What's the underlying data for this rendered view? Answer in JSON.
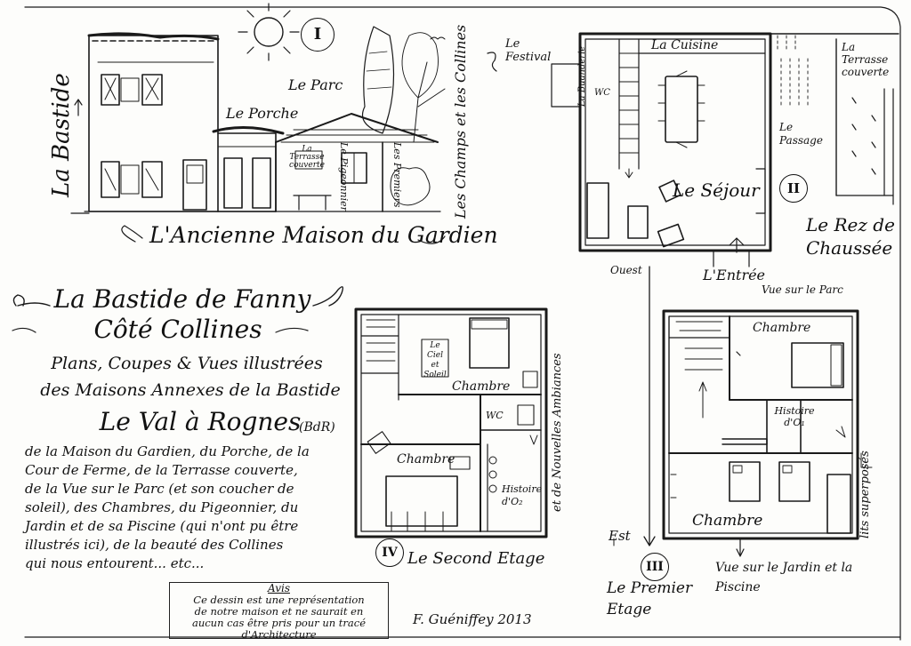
{
  "drawing": {
    "house_elevation": {
      "caption": "L'Ancienne Maison du Gardien",
      "label_bastide": "La Bastide",
      "label_porche": "Le Porche",
      "label_parc": "Le Parc",
      "label_terrasse": "La Terrasse couverte",
      "label_pigeonnier": "Le Pigeonnier",
      "label_premiers": "Les Premiers",
      "label_champs": "Les Champs et les Collines",
      "roman": "I"
    },
    "ground_floor": {
      "roman": "II",
      "title": "Le Rez de Chaussée",
      "kitchen": "La Cuisine",
      "living": "Le Séjour",
      "terrace": "La Terrasse couverte",
      "passage": "Le Passage",
      "entrance": "L'Entrée",
      "laundry": "La Buanderie",
      "wc": "WC",
      "festival": "Le Festival",
      "view_parc": "Vue sur le Parc",
      "west": "Ouest"
    },
    "first_floor": {
      "roman": "III",
      "title": "Le Premier Etage",
      "bedroom_top": "Chambre",
      "bedroom_bottom": "Chambre",
      "bath": "Histoire d'O₁",
      "bunk": "lits superposés",
      "view_garden": "Vue sur le Jardin et la Piscine",
      "east": "Est"
    },
    "second_floor": {
      "roman": "IV",
      "title": "Le Second Etage",
      "bedroom_top": "Chambre",
      "bedroom_bottom": "Chambre",
      "bath": "Histoire d'O₂",
      "wc": "WC",
      "sign": "Le Ciel et Soleil",
      "ambiance": "et de Nouvelles Ambiances"
    }
  },
  "heading": {
    "line1": "La Bastide de Fanny",
    "line2": "Côté Collines",
    "line3": "Plans, Coupes & Vues illustrées",
    "line4": "des Maisons Annexes de la Bastide",
    "line5": "Le Val à Rognes",
    "line5_suffix": "(BdR)"
  },
  "description": {
    "p1": "de la Maison du Gardien, du Porche, de la",
    "p2": "Cour de Ferme, de la Terrasse couverte,",
    "p3": "de la Vue sur le Parc (et son coucher de",
    "p4": "soleil), des Chambres, du Pigeonnier, du",
    "p5": "Jardin et de sa Piscine (qui n'ont pu être",
    "p6": "illustrés ici), de la beauté des Collines",
    "p7": "qui nous entourent... etc..."
  },
  "avis": {
    "title": "Avis",
    "line1": "Ce dessin est une représentation",
    "line2": "de notre maison et ne saurait en",
    "line3": "aucun cas être pris pour un tracé",
    "line4": "d'Architecture"
  },
  "signature": "F. Guéniffey 2013"
}
